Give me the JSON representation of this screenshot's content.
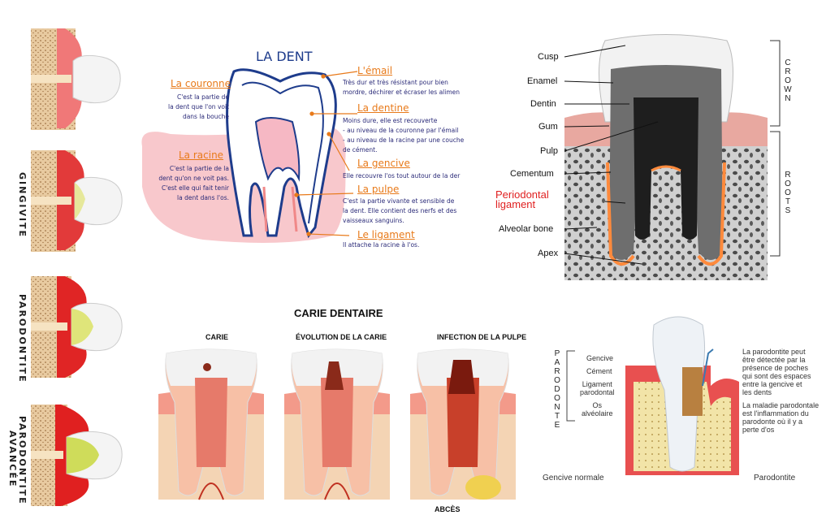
{
  "left_panel": {
    "labels": [
      "GINGIVITE",
      "PARODONTITE",
      "PARODONTITE",
      "AVANCÉE"
    ]
  },
  "la_dent": {
    "title": "LA DENT",
    "couronne": {
      "title": "La couronne",
      "text": [
        "C'est la partie de",
        "la dent que l'on voit",
        "dans la bouche"
      ]
    },
    "racine": {
      "title": "La racine",
      "text": [
        "C'est la partie de la",
        "dent qu'on ne voit pas.",
        "C'est elle qui fait tenir",
        "la dent dans l'os."
      ]
    },
    "email": {
      "title": "L'émail",
      "text": [
        "Très dur et très résistant pour bien",
        "mordre, déchirer et écraser les alimen"
      ]
    },
    "dentine": {
      "title": "La dentine",
      "text": [
        "Moins dure, elle est recouverte",
        "- au niveau de la couronne par l'émail",
        "- au niveau de la racine par une couche",
        "de cément."
      ]
    },
    "gencive": {
      "title": "La gencive",
      "text": [
        "Elle recouvre l'os tout autour de la der"
      ]
    },
    "pulpe": {
      "title": "La pulpe",
      "text": [
        "C'est la partie vivante et sensible de",
        "la dent. Elle contient des nerfs et des",
        "vaisseaux sanguins."
      ]
    },
    "ligament": {
      "title": "Le ligament",
      "text": [
        "Il attache la racine à l'os."
      ]
    }
  },
  "anatomy": {
    "labels": [
      "Cusp",
      "Enamel",
      "Dentin",
      "Gum",
      "Pulp",
      "Cementum",
      "Periodontal",
      "ligament",
      "Alveolar bone",
      "Apex"
    ],
    "crown": "CROWN",
    "roots": "ROOTS",
    "highlight_color": "#e02020"
  },
  "carie": {
    "title": "CARIE DENTAIRE",
    "stages": [
      "CARIE",
      "ÉVOLUTION DE LA CARIE",
      "INFECTION DE LA PULPE"
    ],
    "abces": "ABCÈS"
  },
  "parodonte": {
    "side_label": "PARODONTE",
    "left_labels": [
      "Gencive",
      "Cément",
      "Ligament",
      "parodontal",
      "Os",
      "alvéolaire"
    ],
    "right_text_1": [
      "La parodontite peut",
      "être détectée par la",
      "présence de poches",
      "qui sont des espaces",
      "entre la gencive et",
      "les dents"
    ],
    "right_text_2": [
      "La maladie parodontale",
      "est l'inflammation du",
      "parodonte où il y a",
      "perte d'os"
    ],
    "bottom_left": "Gencive normale",
    "bottom_right": "Parodontite"
  }
}
